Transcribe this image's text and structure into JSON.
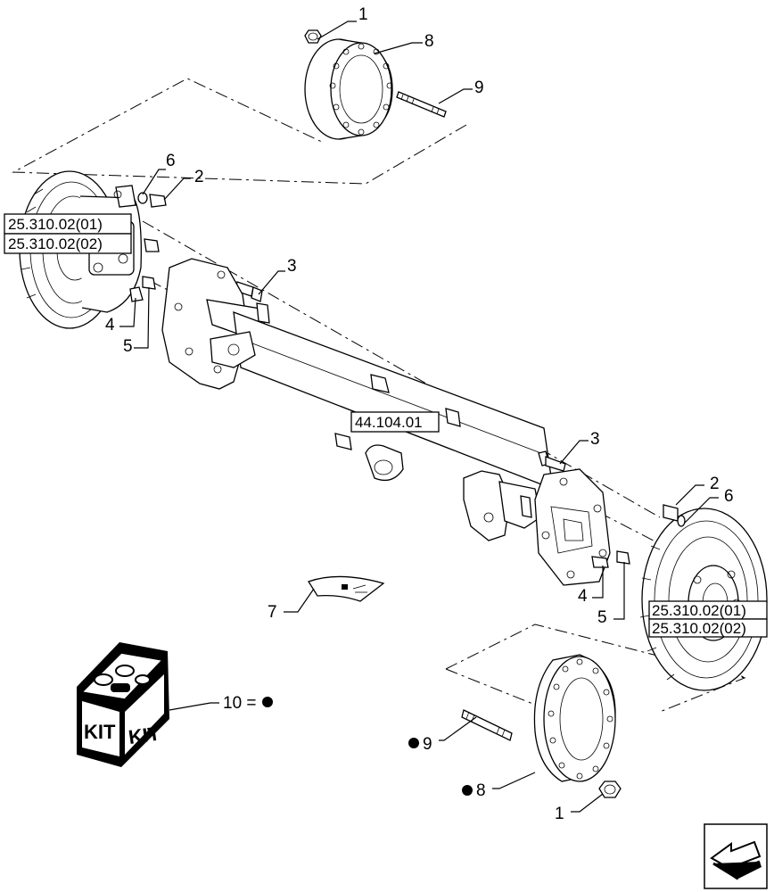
{
  "callouts": {
    "c1_top": "1",
    "c8_top": "8",
    "c9_top": "9",
    "c6_left": "6",
    "c2_left": "2",
    "c3_left": "3",
    "c4_left": "4",
    "c5_left": "5",
    "c3_right": "3",
    "c2_right": "2",
    "c6_right": "6",
    "c4_right": "4",
    "c5_right": "5",
    "c7": "7",
    "c10": "10 =",
    "c9_bottom": "9",
    "c8_bottom": "8",
    "c1_bottom": "1"
  },
  "references": {
    "left_ref_1": "25.310.02(01)",
    "left_ref_2": "25.310.02(02)",
    "center_ref": "44.104.01",
    "right_ref_1": "25.310.02(01)",
    "right_ref_2": "25.310.02(02)"
  },
  "kit": {
    "face_left": "KIT",
    "face_right": "KIT"
  },
  "icons": {
    "navigation": "arrow-left-icon",
    "kit_marker": "filled-dot-icon"
  }
}
